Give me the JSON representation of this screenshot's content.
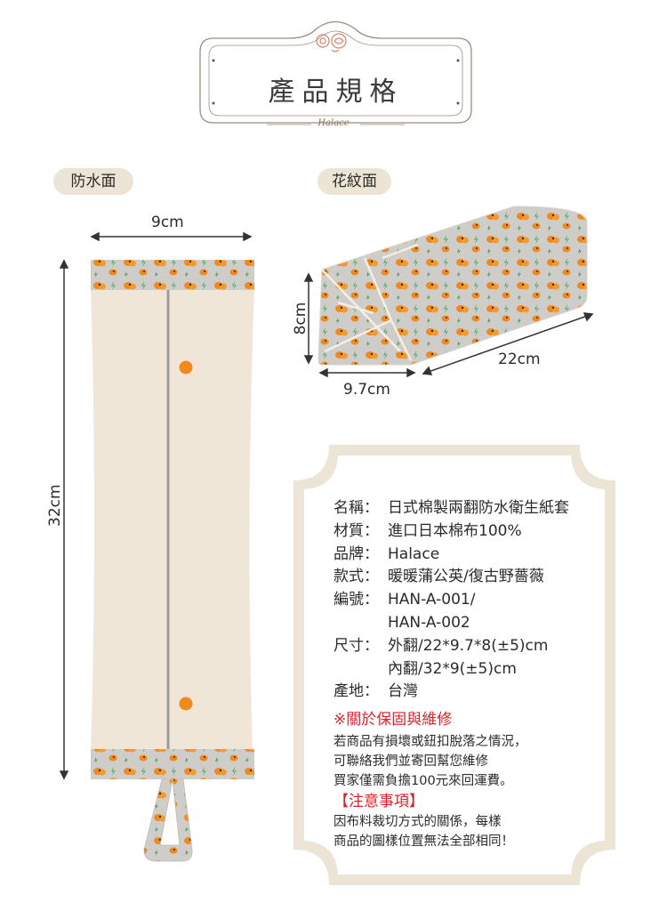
{
  "header": {
    "title": "產品規格",
    "brand_script": "Halace"
  },
  "tags": {
    "waterproof_side": "防水面",
    "pattern_side": "花紋面"
  },
  "dimensions": {
    "flat_width": "9cm",
    "flat_length": "32cm",
    "folded_height": "8cm",
    "folded_width": "9.7cm",
    "folded_length": "22cm"
  },
  "specs": {
    "name_label": "名稱：",
    "name_value": "日式棉製兩翻防水衛生紙套",
    "material_label": "材質：",
    "material_value": "進口日本棉布100%",
    "brand_label": "品牌：",
    "brand_value": "Halace",
    "style_label": "款式：",
    "style_value": "暖暖蒲公英/復古野薔薇",
    "code_label": "編號：",
    "code_value_1": "HAN-A-001/",
    "code_value_2": "HAN-A-002",
    "size_label": "尺寸：",
    "size_value_1": "外翻/22*9.7*8(±5)cm",
    "size_value_2": "內翻/32*9(±5)cm",
    "origin_label": "產地：",
    "origin_value": "台灣"
  },
  "care": {
    "heading": "※關於保固與維修",
    "line_1": "若商品有損壞或鈕扣脫落之情況，",
    "line_2": "可聯絡我們並寄回幫您維修",
    "line_3": "買家僅需負擔100元來回運費。"
  },
  "notice": {
    "heading": "【注意事項】",
    "line_1": "因布料裁切方式的關係，每樣",
    "line_2": "商品的圖樣位置無法全部相同！"
  },
  "colors": {
    "beige": "#efe6d8",
    "pattern_bg": "#cfcdc9",
    "orange": "#f08a1c",
    "leaf": "#3aa55a",
    "accent_red": "#d8252b"
  }
}
